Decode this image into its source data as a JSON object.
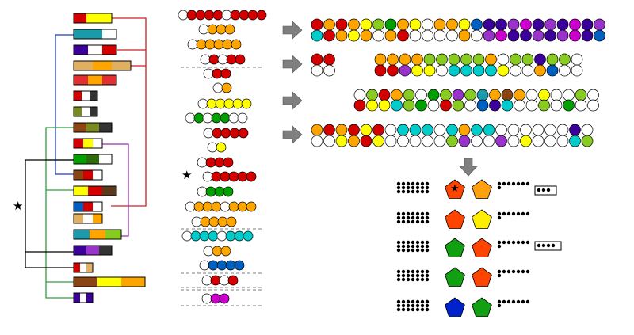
{
  "marker_symbol": "★",
  "colors": {
    "red": "#d40000",
    "orange": "#ffa500",
    "yellow": "#ffff00",
    "green": "#00a000",
    "cyan": "#00cccc",
    "blue": "#0060c0",
    "purple": "#9933cc",
    "magenta": "#cc00cc",
    "white": "#ffffff",
    "lime": "#88cc22",
    "brown": "#8b4513",
    "darkblue": "#1a1a8c",
    "tan": "#e0b060",
    "pink": "#ff66aa",
    "dark": "#333333",
    "teal": "#1b9aaa",
    "lightyellow": "#ffe88a",
    "darkgreen": "#2e6b0a",
    "crimson": "#e03030",
    "indigo": "#3a0099",
    "olive": "#7a8a20",
    "darkbrown": "#5a3a1a",
    "tree_blue": "#1f3fbf",
    "tree_red": "#cc2020",
    "tree_green": "#2e9e3e",
    "tree_purple": "#9a2fb0",
    "tree_black": "#000000",
    "arrow": "#7f7f7f",
    "pent_red": "#ff4400",
    "pent_orange": "#ffa010",
    "pent_yellow": "#ffee00",
    "pent_green": "#11a011",
    "pent_blue": "#0022cc"
  },
  "bars": [
    [
      "red",
      "yellow",
      "yellow"
    ],
    [
      "teal",
      "teal",
      "white"
    ],
    [
      "indigo",
      "white",
      "red"
    ],
    [
      "tan",
      "orange",
      "tan"
    ],
    [
      "crimson",
      "orange",
      "crimson"
    ],
    [
      "red",
      "white",
      "dark"
    ],
    [
      "olive",
      "white",
      "dark"
    ],
    [
      "brown",
      "olive",
      "dark"
    ],
    [
      "red",
      "yellow",
      "white"
    ],
    [
      "green",
      "darkgreen",
      "white"
    ],
    [
      "brown",
      "red",
      "white"
    ],
    [
      "yellow",
      "red",
      "darkbrown"
    ],
    [
      "blue",
      "red",
      "white"
    ],
    [
      "tan",
      "white",
      "orange"
    ],
    [
      "teal",
      "orange",
      "lime"
    ],
    [
      "indigo",
      "purple",
      "dark"
    ],
    [
      "red",
      "white",
      "tan"
    ],
    [
      "brown",
      "yellow",
      "orange"
    ],
    [
      "indigo",
      "white",
      "indigo"
    ]
  ],
  "bead_rows": [
    [
      "white",
      "red",
      "red",
      "red",
      "red",
      "white",
      "red",
      "red",
      "red",
      "red"
    ],
    [
      "white",
      "orange",
      "orange",
      "orange"
    ],
    [
      "white",
      "orange",
      "orange",
      "orange",
      "orange",
      "orange"
    ],
    [
      "white",
      "red",
      "white",
      "red",
      "red"
    ],
    [
      "white",
      "red",
      "red"
    ],
    [
      "white",
      "orange"
    ],
    [
      "white",
      "yellow",
      "yellow",
      "yellow",
      "yellow",
      "yellow"
    ],
    [
      "white",
      "green",
      "white",
      "green",
      "green",
      "white",
      "white"
    ],
    [
      "white",
      "red",
      "red",
      "red",
      "red"
    ],
    [
      "white",
      "yellow"
    ],
    [
      "white",
      "red",
      "red",
      "red"
    ],
    [
      "white",
      "red",
      "red",
      "red",
      "red",
      "red"
    ],
    [
      "white",
      "green",
      "green",
      "green"
    ],
    [
      "white",
      "orange",
      "orange",
      "orange",
      "white",
      "orange",
      "orange",
      "orange"
    ],
    [
      "white",
      "orange",
      "orange",
      "orange",
      "orange"
    ],
    [
      "white",
      "cyan",
      "cyan",
      "cyan",
      "white",
      "cyan",
      "cyan",
      "cyan"
    ],
    [
      "white",
      "orange",
      "orange"
    ],
    [
      "white",
      "blue",
      "blue",
      "blue",
      "blue"
    ],
    [
      "white",
      "red",
      "white",
      "red"
    ],
    [
      "white",
      "magenta",
      "magenta"
    ]
  ],
  "long_rows": [
    [
      "red",
      "orange",
      "red",
      "orange",
      "yellow",
      "lime",
      "green",
      "orange",
      "yellow",
      "white",
      "orange",
      "orange",
      "yellow",
      "blue",
      "indigo",
      "indigo",
      "purple",
      "magenta",
      "indigo",
      "purple",
      "indigo",
      "magenta",
      "indigo",
      "purple"
    ],
    [
      "cyan",
      "red",
      "orange",
      "yellow",
      "orange",
      "white",
      "orange",
      "red",
      "white",
      "white",
      "white",
      "white",
      "orange",
      "white",
      "purple",
      "magenta",
      "indigo",
      "indigo",
      "purple",
      "indigo",
      "purple",
      "magenta",
      "indigo",
      "blue"
    ],
    [
      "red",
      "red"
    ],
    [
      "white",
      "white"
    ],
    [
      "orange",
      "orange",
      "orange",
      "orange",
      "lime",
      "lime",
      "lime",
      "lime",
      "lime",
      "orange",
      "white",
      "lime",
      "lime",
      "indigo",
      "lime",
      "lime",
      "white"
    ],
    [
      "red",
      "red",
      "purple",
      "yellow",
      "yellow",
      "white",
      "cyan",
      "cyan",
      "cyan",
      "cyan",
      "yellow",
      "white",
      "white",
      "orange",
      "blue",
      "white",
      "white"
    ],
    [
      "white",
      "lime",
      "red",
      "orange",
      "lime",
      "white",
      "green",
      "lime",
      "purple",
      "lime",
      "teal",
      "orange",
      "brown",
      "orange",
      "white",
      "yellow",
      "white",
      "white",
      "lime",
      "white"
    ],
    [
      "red",
      "yellow",
      "yellow",
      "cyan",
      "lime",
      "green",
      "white",
      "red",
      "lime",
      "white",
      "blue",
      "indigo",
      "cyan",
      "white",
      "white",
      "lime",
      "white",
      "green",
      "white",
      "white"
    ],
    [
      "orange",
      "red",
      "orange",
      "red",
      "yellow",
      "red",
      "white",
      "cyan",
      "cyan",
      "cyan",
      "white",
      "cyan",
      "orange",
      "cyan",
      "cyan",
      "white",
      "white",
      "white",
      "white",
      "white",
      "white",
      "indigo",
      "white"
    ],
    [
      "white",
      "white",
      "yellow",
      "orange",
      "red",
      "yellow",
      "white",
      "white",
      "white",
      "white",
      "white",
      "lime",
      "purple",
      "white",
      "white",
      "purple",
      "white",
      "yellow",
      "white",
      "white",
      "white",
      "cyan",
      "lime"
    ]
  ],
  "pentagon_pairs": [
    [
      "pent_red",
      "pent_orange"
    ],
    [
      "pent_red",
      "pent_yellow"
    ],
    [
      "pent_green",
      "pent_red"
    ],
    [
      "pent_green",
      "pent_red"
    ],
    [
      "pent_blue",
      "pent_green"
    ]
  ]
}
